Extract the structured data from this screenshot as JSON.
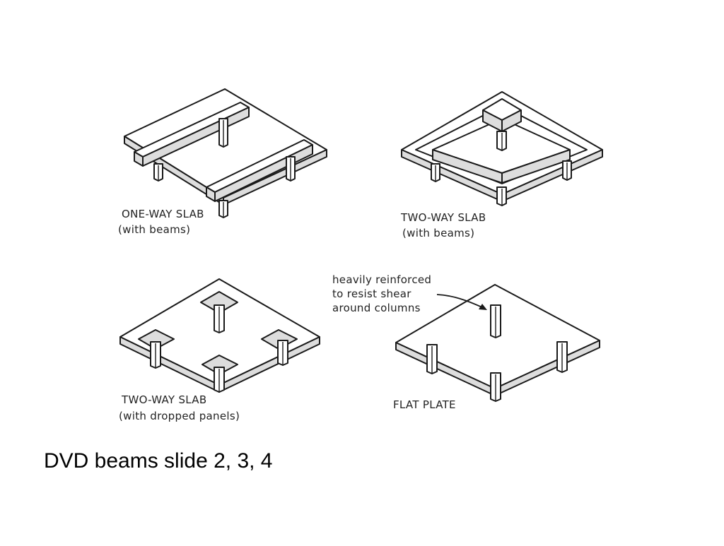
{
  "diagrams": [
    {
      "title": "ONE-WAY SLAB",
      "subtitle": "(with beams)"
    },
    {
      "title": "TWO-WAY SLAB",
      "subtitle": "(with beams)"
    },
    {
      "title": "TWO-WAY SLAB",
      "subtitle": "(with dropped panels)"
    },
    {
      "title": "FLAT PLATE"
    }
  ],
  "annotation": {
    "line1": "heavily reinforced",
    "line2": "to resist shear",
    "line3": "around columns"
  },
  "caption": "DVD beams slide 2, 3, 4"
}
